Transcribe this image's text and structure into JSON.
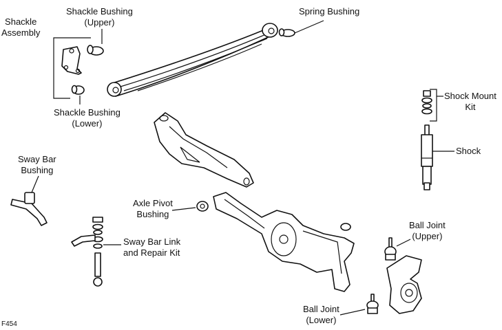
{
  "labels": {
    "shackle_assembly": [
      "Shackle",
      "Assembly"
    ],
    "shackle_bushing_upper": [
      "Shackle Bushing",
      "(Upper)"
    ],
    "spring_bushing": [
      "Spring Bushing"
    ],
    "shackle_bushing_lower": [
      "Shackle Bushing",
      "(Lower)"
    ],
    "shock_mount_kit": [
      "Shock Mount",
      "Kit"
    ],
    "shock": [
      "Shock"
    ],
    "sway_bar_bushing": [
      "Sway Bar",
      "Bushing"
    ],
    "axle_pivot_bushing": [
      "Axle Pivot",
      "Bushing"
    ],
    "sway_bar_link": [
      "Sway Bar Link",
      "and Repair Kit"
    ],
    "ball_joint_upper": [
      "Ball Joint",
      "(Upper)"
    ],
    "ball_joint_lower": [
      "Ball Joint",
      "(Lower)"
    ]
  },
  "figure_code": "F454"
}
